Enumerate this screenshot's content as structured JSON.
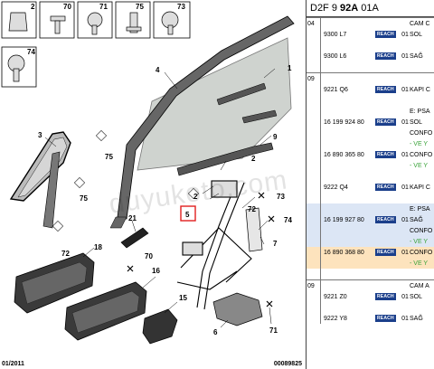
{
  "diagram": {
    "labels": [
      "2",
      "70",
      "71",
      "75",
      "73",
      "74",
      "1",
      "4",
      "3",
      "75",
      "9",
      "75",
      "2",
      "73",
      "21",
      "2",
      "5",
      "74",
      "72",
      "18",
      "70",
      "7",
      "16",
      "15",
      "6",
      "71",
      "72"
    ],
    "footer_left": "01/2011",
    "footer_right": "00089825",
    "watermark": "duyukoto.com"
  },
  "panel": {
    "title_prefix": "D2F 9 ",
    "title_bold": "92A",
    "title_suffix": " 01A",
    "reach_label": "REACH",
    "rows": [
      {
        "idx": "04",
        "code": "",
        "reach": false,
        "qty": "",
        "desc": "CAM C",
        "style": "",
        "sep": true
      },
      {
        "idx": "",
        "code": "9300 L7",
        "reach": true,
        "qty": "01",
        "desc": "SOL",
        "style": "",
        "sep": false
      },
      {
        "idx": "",
        "code": "",
        "reach": false,
        "qty": "",
        "desc": "",
        "style": "",
        "sep": false
      },
      {
        "idx": "",
        "code": "9300 L6",
        "reach": true,
        "qty": "01",
        "desc": "SAĞ",
        "style": "",
        "sep": false
      },
      {
        "idx": "",
        "code": "",
        "reach": false,
        "qty": "",
        "desc": "",
        "style": "",
        "sep": false
      },
      {
        "idx": "09",
        "code": "",
        "reach": false,
        "qty": "",
        "desc": "",
        "style": "",
        "sep": true
      },
      {
        "idx": "",
        "code": "9221 Q6",
        "reach": true,
        "qty": "01",
        "desc": "KAPI C",
        "style": "",
        "sep": false
      },
      {
        "idx": "",
        "code": "",
        "reach": false,
        "qty": "",
        "desc": "",
        "style": "",
        "sep": false
      },
      {
        "idx": "",
        "code": "",
        "reach": false,
        "qty": "",
        "desc": "E: PSA",
        "style": "",
        "sep": false
      },
      {
        "idx": "",
        "code": "16 199 924 80",
        "reach": true,
        "qty": "01",
        "desc": "SOL",
        "style": "",
        "sep": false
      },
      {
        "idx": "",
        "code": "",
        "reach": false,
        "qty": "",
        "desc": "CONFO",
        "style": "",
        "sep": false
      },
      {
        "idx": "",
        "code": "",
        "reach": false,
        "qty": "",
        "desc": "- VE Y",
        "style": "green",
        "sep": false
      },
      {
        "idx": "",
        "code": "16 890 365 80",
        "reach": true,
        "qty": "01",
        "desc": "CONFO",
        "style": "",
        "sep": false
      },
      {
        "idx": "",
        "code": "",
        "reach": false,
        "qty": "",
        "desc": "- VE Y",
        "style": "green",
        "sep": false
      },
      {
        "idx": "",
        "code": "",
        "reach": false,
        "qty": "",
        "desc": "",
        "style": "",
        "sep": false
      },
      {
        "idx": "",
        "code": "9222 Q4",
        "reach": true,
        "qty": "01",
        "desc": "KAPI C",
        "style": "",
        "sep": false
      },
      {
        "idx": "",
        "code": "",
        "reach": false,
        "qty": "",
        "desc": "",
        "style": "",
        "sep": false
      },
      {
        "idx": "",
        "code": "",
        "reach": false,
        "qty": "",
        "desc": "E: PSA",
        "style": "blue",
        "sep": false
      },
      {
        "idx": "",
        "code": "16 199 927 80",
        "reach": true,
        "qty": "01",
        "desc": "SAĞ",
        "style": "blue",
        "sep": false
      },
      {
        "idx": "",
        "code": "",
        "reach": false,
        "qty": "",
        "desc": "CONFO",
        "style": "blue",
        "sep": false
      },
      {
        "idx": "",
        "code": "",
        "reach": false,
        "qty": "",
        "desc": "- VE Y",
        "style": "blue-green",
        "sep": false
      },
      {
        "idx": "",
        "code": "16 890 368 80",
        "reach": true,
        "qty": "01",
        "desc": "CONFO",
        "style": "orange",
        "sep": false
      },
      {
        "idx": "",
        "code": "",
        "reach": false,
        "qty": "",
        "desc": "- VE Y",
        "style": "orange-green",
        "sep": false
      },
      {
        "idx": "",
        "code": "",
        "reach": false,
        "qty": "",
        "desc": "",
        "style": "",
        "sep": false
      },
      {
        "idx": "09",
        "code": "",
        "reach": false,
        "qty": "",
        "desc": "CAM A",
        "style": "",
        "sep": true
      },
      {
        "idx": "",
        "code": "9221 Z0",
        "reach": true,
        "qty": "01",
        "desc": "SOL",
        "style": "",
        "sep": false
      },
      {
        "idx": "",
        "code": "",
        "reach": false,
        "qty": "",
        "desc": "",
        "style": "",
        "sep": false
      },
      {
        "idx": "",
        "code": "9222 Y8",
        "reach": true,
        "qty": "01",
        "desc": "SAĞ",
        "style": "",
        "sep": false
      }
    ]
  }
}
